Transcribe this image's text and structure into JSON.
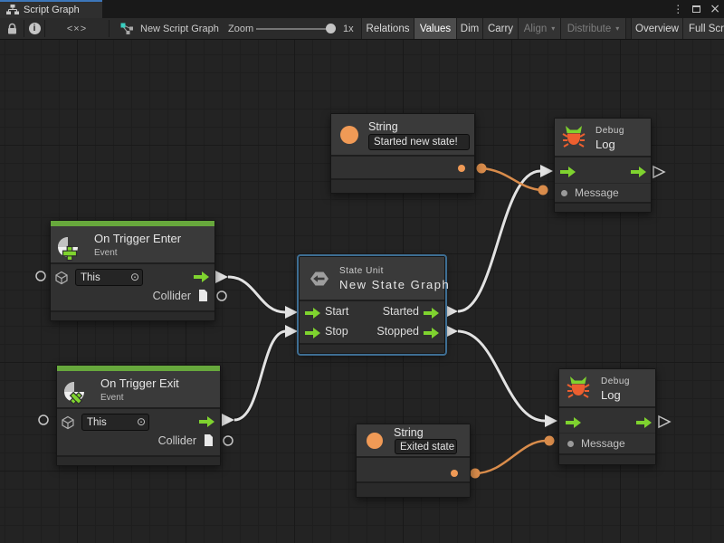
{
  "window": {
    "tab": {
      "title": "Script Graph"
    },
    "controls": {
      "more": "⋮",
      "close": "×"
    }
  },
  "toolbar": {
    "graph_name": "New Script Graph",
    "code_glyph": "<×>",
    "zoom": {
      "label": "Zoom",
      "value": "1x"
    },
    "dropdown_arrow": "▾",
    "buttons": [
      {
        "label": "Relations"
      },
      {
        "label": "Values"
      },
      {
        "label": "Dim"
      },
      {
        "label": "Carry"
      },
      {
        "label": "Align"
      },
      {
        "label": "Distribute"
      },
      {
        "label": "Overview"
      },
      {
        "label": "Full Screen"
      }
    ]
  },
  "glyphs": {
    "target": "⊙"
  },
  "nodes": {
    "string_top": {
      "title": "String",
      "value": "Started new state!"
    },
    "debug_top": {
      "kicker": "Debug",
      "title": "Log",
      "port": "Message"
    },
    "trigger_enter": {
      "title": "On Trigger Enter",
      "subtitle": "Event",
      "target": "This",
      "output": "Collider"
    },
    "state_unit": {
      "kicker": "State Unit",
      "title": "New State Graph",
      "in1": "Start",
      "in2": "Stop",
      "out1": "Started",
      "out2": "Stopped"
    },
    "trigger_exit": {
      "title": "On Trigger Exit",
      "subtitle": "Event",
      "target": "This",
      "output": "Collider"
    },
    "string_bottom": {
      "title": "String",
      "value": "Exited state"
    },
    "debug_bottom": {
      "kicker": "Debug",
      "title": "Log",
      "port": "Message"
    }
  },
  "colors": {
    "accent_green": "#7fd32f",
    "event_bar_green": "#67a83c",
    "value_orange": "#f09a56",
    "bug_orange": "#ed5f2f",
    "wire_white": "#e2e2e2",
    "wire_orange": "#d98c4b",
    "selection_blue": "#3e6e93",
    "tab_accent_blue": "#3c76b9"
  }
}
